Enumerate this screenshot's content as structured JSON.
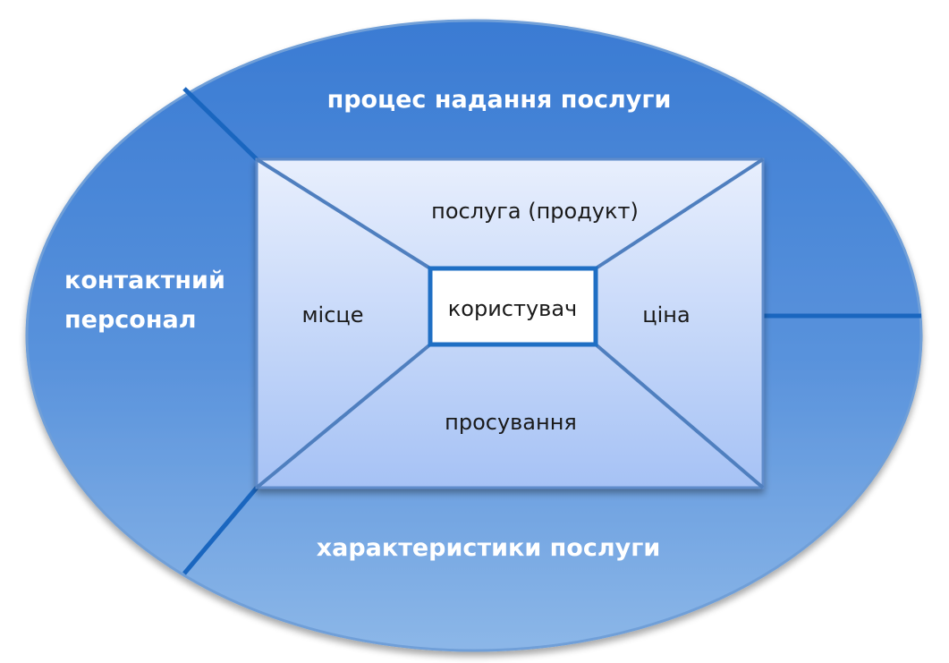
{
  "diagram": {
    "outer_segments": {
      "top": "процес надання послуги",
      "left_line1": "контактний",
      "left_line2": "персонал",
      "bottom": "характеристики послуги"
    },
    "inner_segments": {
      "top": "послуга (продукт)",
      "left": "місце",
      "right": "ціна",
      "bottom": "просування"
    },
    "center": "користувач"
  },
  "colors": {
    "ellipse_top": "#3e7fd6",
    "ellipse_bottom": "#86b3e6",
    "divider": "#1f6fc4",
    "rect_top": "#e6eefd",
    "rect_bottom": "#a9c4f6",
    "rect_border": "#5b87c7",
    "center_fill": "#ffffff",
    "center_border": "#1f6fc4"
  }
}
